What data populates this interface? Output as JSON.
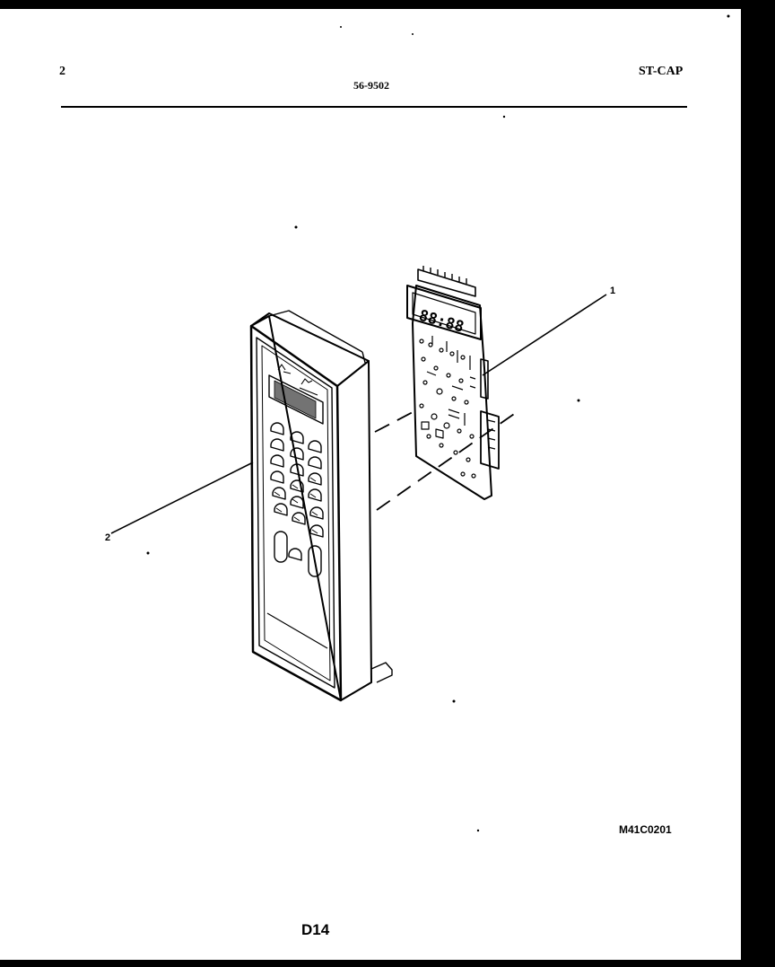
{
  "header": {
    "page_number": "2",
    "model_number": "56-9502",
    "section_code": "ST-CAP"
  },
  "callouts": [
    {
      "label": "1",
      "part": "control-board"
    },
    {
      "label": "2",
      "part": "control-panel"
    }
  ],
  "display": {
    "digits": "88:88"
  },
  "footer": {
    "drawing_id": "M41C0201",
    "diagram_code": "D14"
  }
}
